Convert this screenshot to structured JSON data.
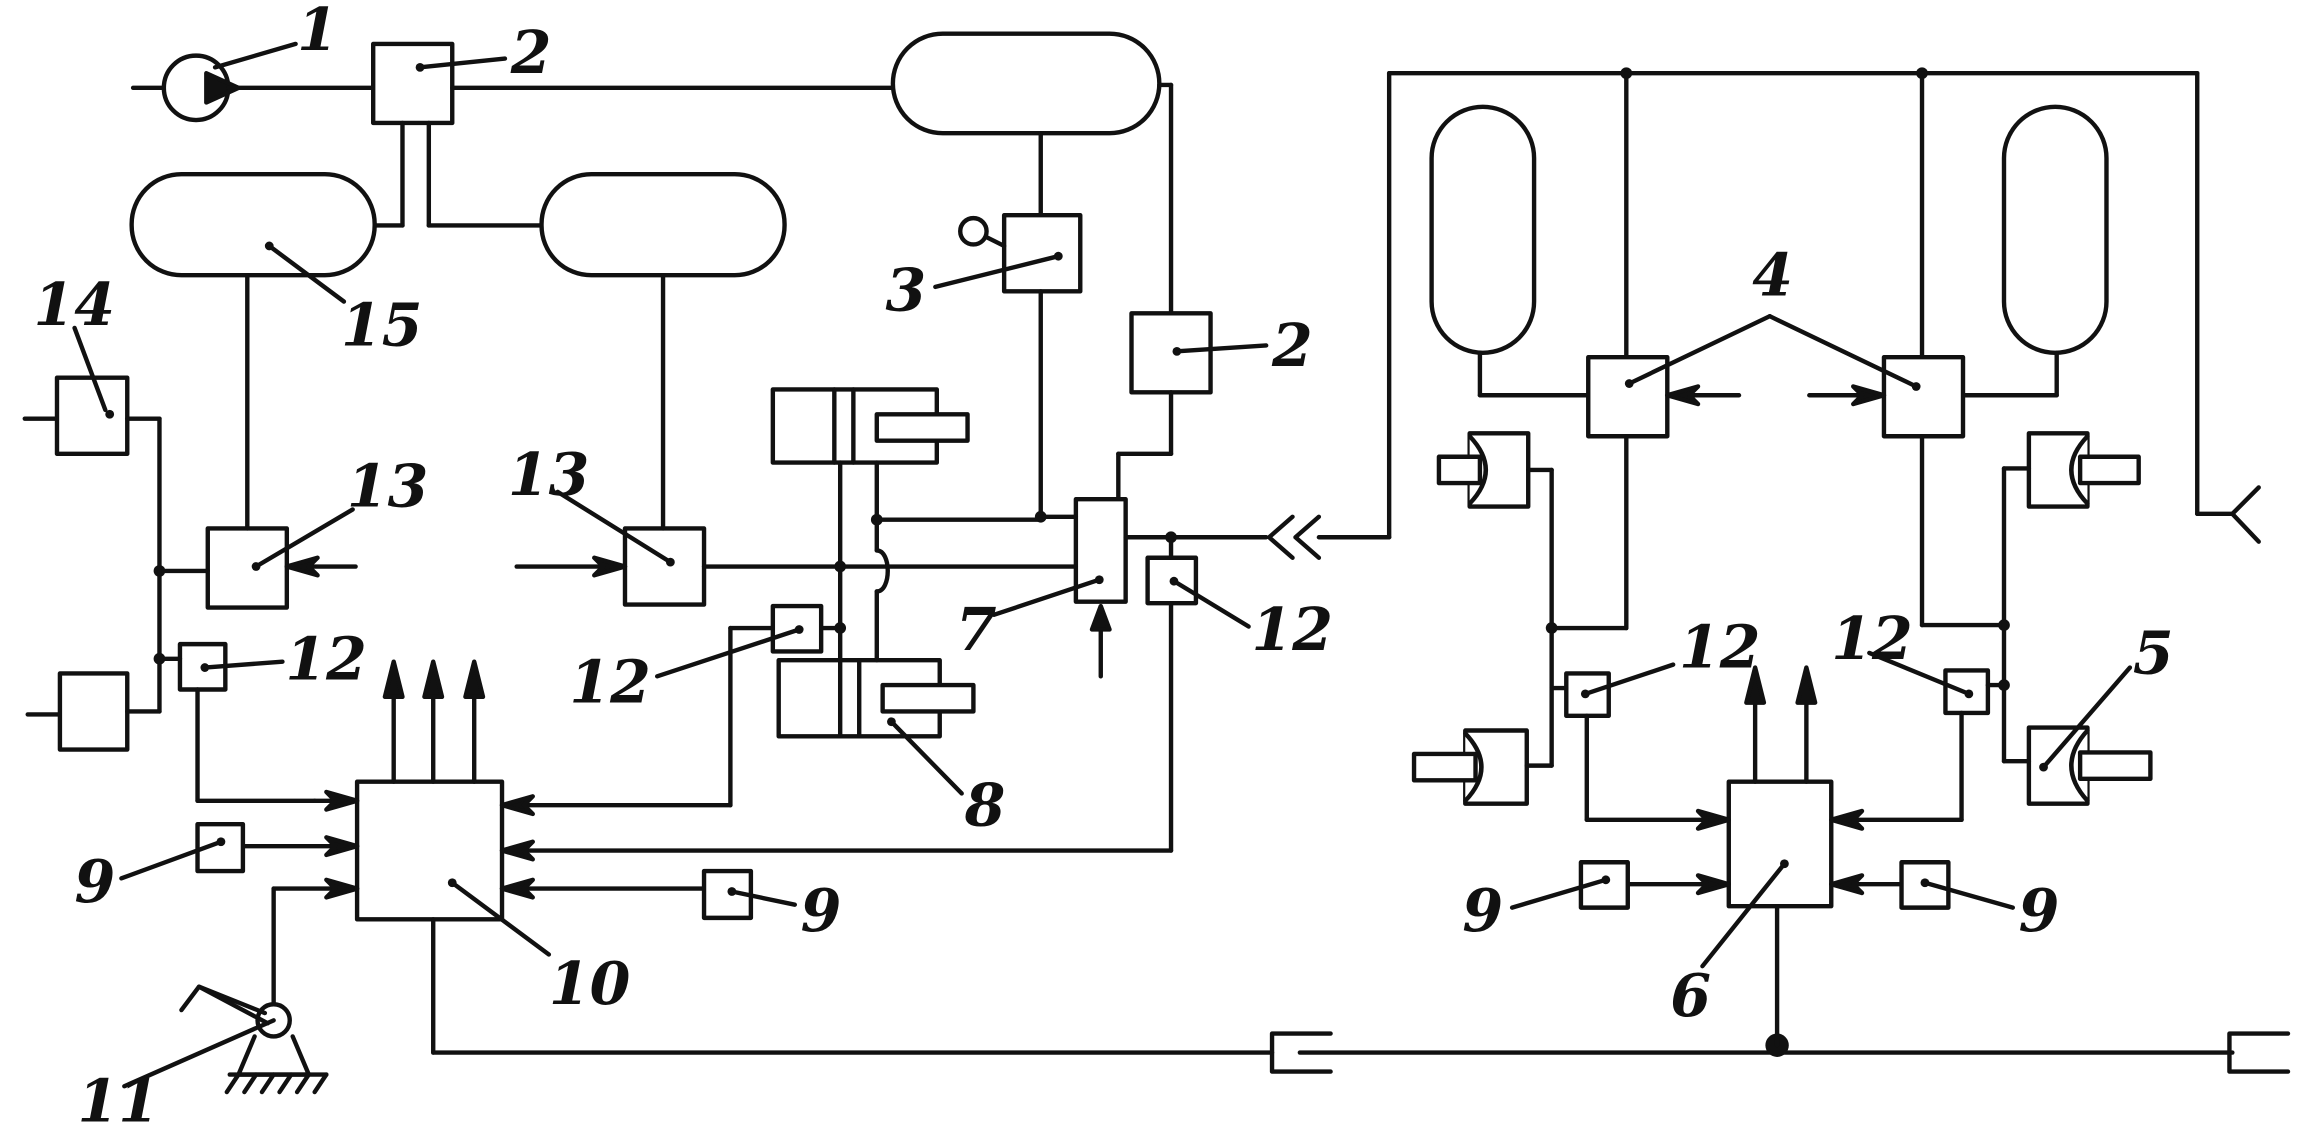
{
  "diagram": {
    "style": {
      "ink": "#111111",
      "paper": "#ffffff"
    },
    "callouts": {
      "c1": "1",
      "c2a": "2",
      "c2b": "2",
      "c3": "3",
      "c4": "4",
      "c5": "5",
      "c6": "6",
      "c7": "7",
      "c8": "8",
      "c9a": "9",
      "c9b": "9",
      "c9c": "9",
      "c9d": "9",
      "c10": "10",
      "c11": "11",
      "c12a": "12",
      "c12b": "12",
      "c12c": "12",
      "c12d": "12",
      "c12e": "12",
      "c13a": "13",
      "c13b": "13",
      "c14": "14",
      "c15": "15"
    }
  }
}
